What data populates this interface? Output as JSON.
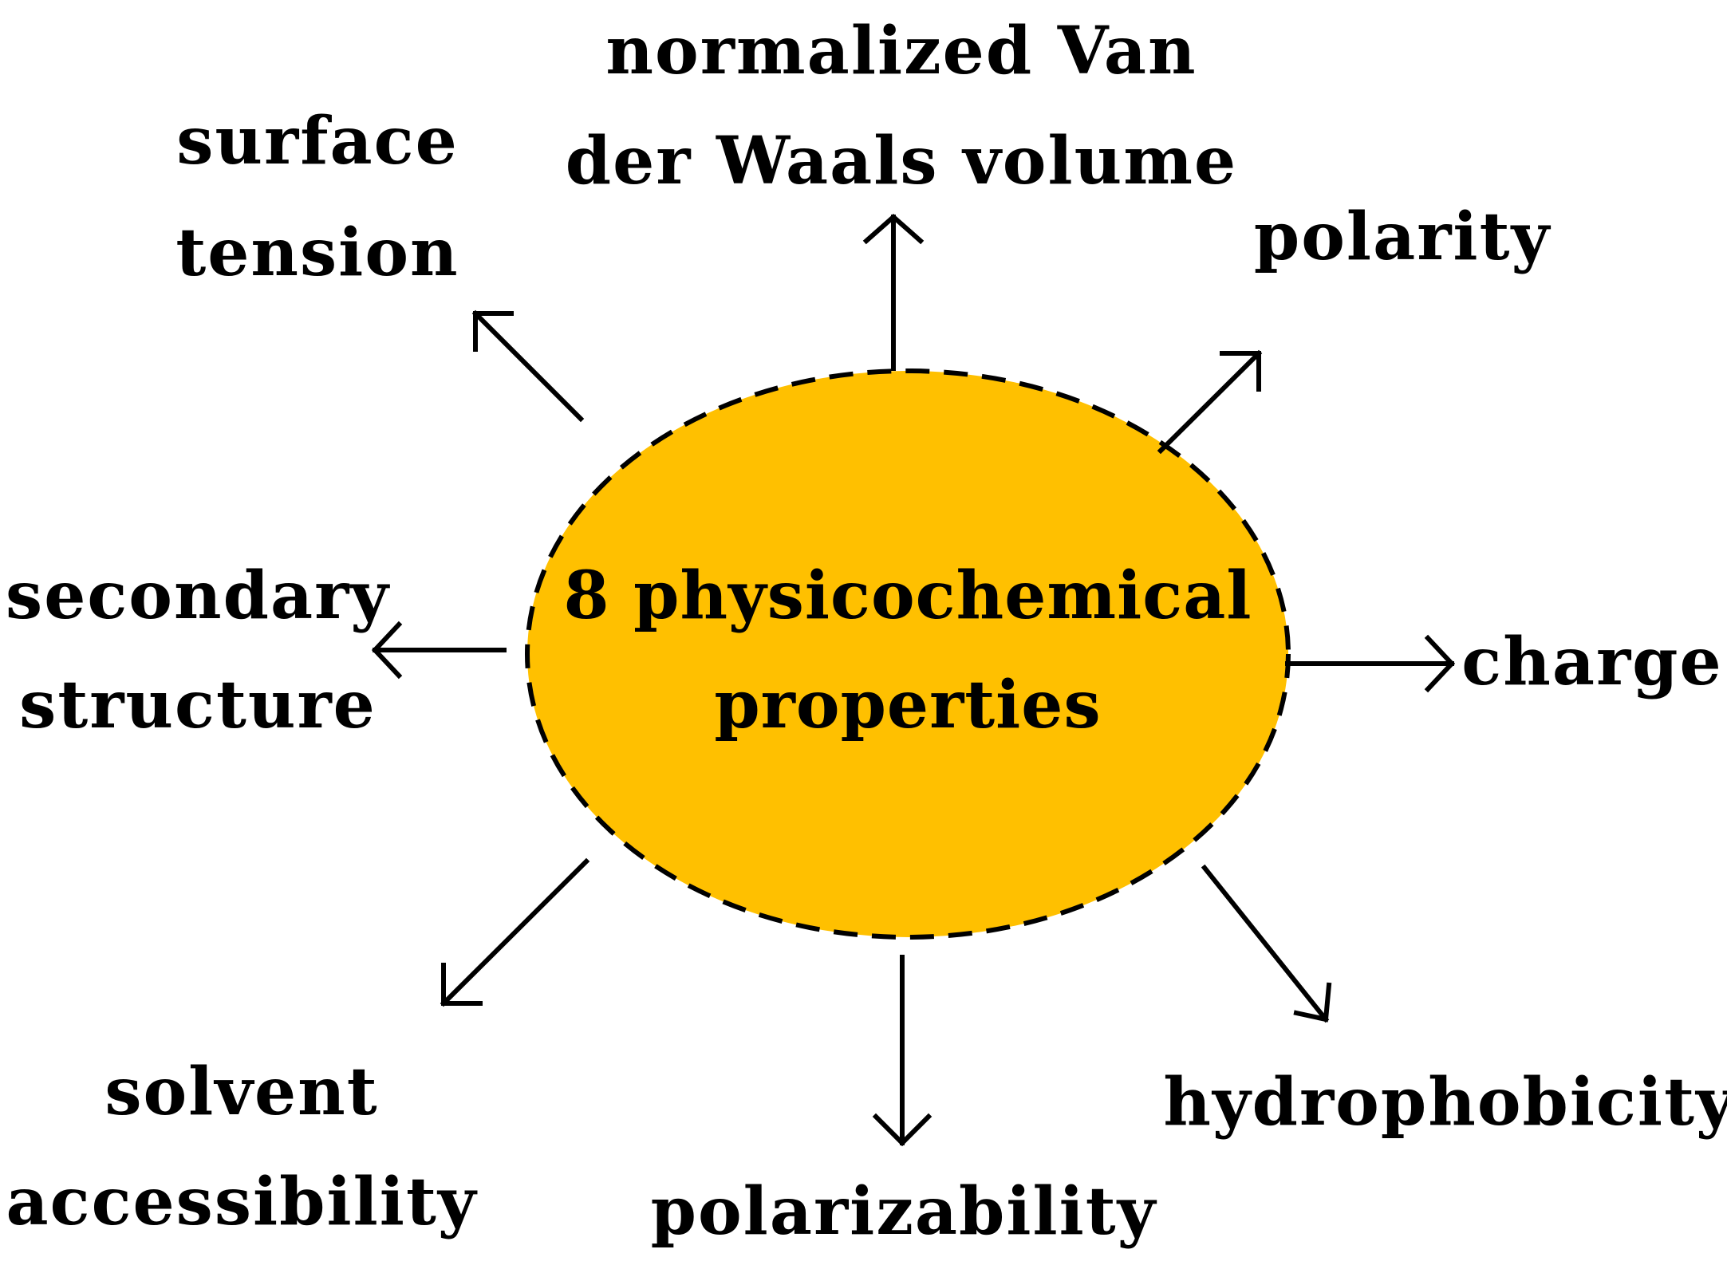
{
  "center": {
    "line1": "8 physicochemical",
    "line2": "properties",
    "fill_color": "#FFC000",
    "border_color": "#000000",
    "border_style": "dashed"
  },
  "properties": [
    {
      "id": "normalized-van-der-waals-volume",
      "lines": [
        "normalized Van",
        "der Waals volume"
      ]
    },
    {
      "id": "polarity",
      "lines": [
        "polarity"
      ]
    },
    {
      "id": "charge",
      "lines": [
        "charge"
      ]
    },
    {
      "id": "hydrophobicity",
      "lines": [
        "hydrophobicity"
      ]
    },
    {
      "id": "polarizability",
      "lines": [
        "polarizability"
      ]
    },
    {
      "id": "solvent-accessibility",
      "lines": [
        "solvent",
        "accessibility"
      ]
    },
    {
      "id": "secondary-structure",
      "lines": [
        "secondary",
        "structure"
      ]
    },
    {
      "id": "surface-tension",
      "lines": [
        "surface",
        "tension"
      ]
    }
  ],
  "colors": {
    "ellipse_fill": "#FFC000",
    "text": "#000000",
    "arrow": "#000000",
    "background": "#FFFFFF"
  }
}
